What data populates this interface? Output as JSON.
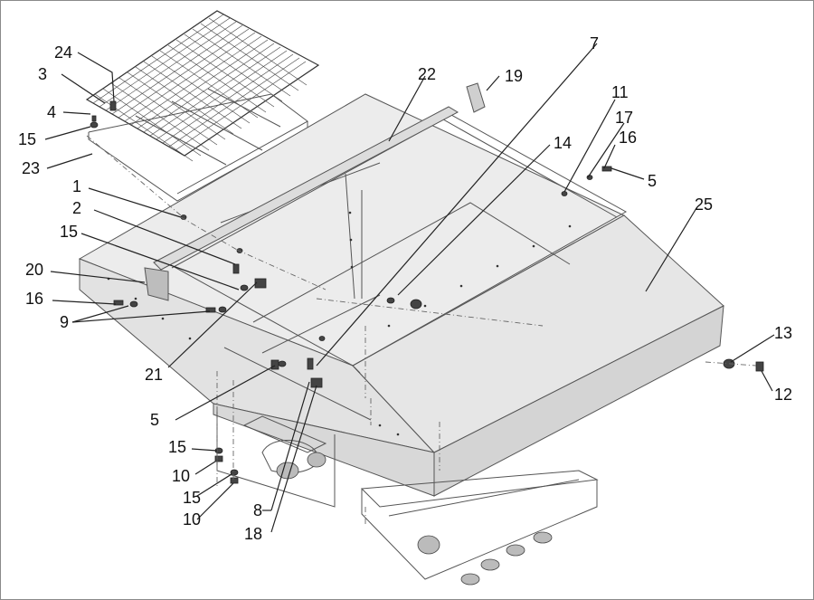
{
  "diagram": {
    "labels": {
      "l1": "1",
      "l2": "2",
      "l3": "3",
      "l4": "4",
      "l5a": "5",
      "l5b": "5",
      "l7": "7",
      "l8": "8",
      "l9": "9",
      "l10a": "10",
      "l10b": "10",
      "l11": "11",
      "l12": "12",
      "l13": "13",
      "l14": "14",
      "l15a": "15",
      "l15b": "15",
      "l15c": "15",
      "l15d": "15",
      "l16a": "16",
      "l16b": "16",
      "l17": "17",
      "l18": "18",
      "l19": "19",
      "l20": "20",
      "l21": "21",
      "l22": "22",
      "l23": "23",
      "l24": "24",
      "l25": "25"
    }
  }
}
